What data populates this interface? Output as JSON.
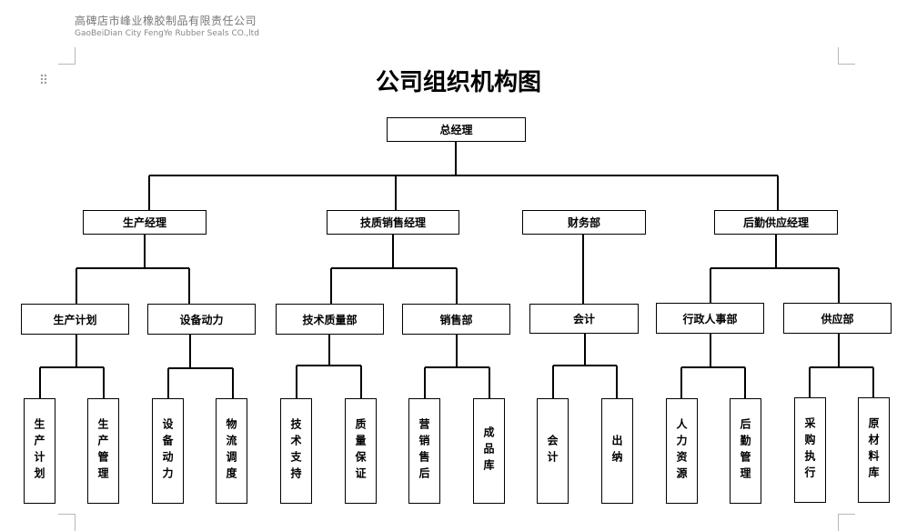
{
  "header": {
    "company_cn": "高碑店市峰业橡胶制品有限责任公司",
    "company_en": "GaoBeiDian City FengYe Rubber Seals CO.,ltd"
  },
  "title": "公司组织机构图",
  "org": {
    "root": "总经理",
    "managers": [
      "生产经理",
      "技质销售经理",
      "财务部",
      "后勤供应经理"
    ],
    "departments": [
      "生产计划",
      "设备动力",
      "技术质量部",
      "销售部",
      "会计",
      "行政人事部",
      "供应部"
    ],
    "units": [
      "生产计划",
      "生产管理",
      "设备动力",
      "物流调度",
      "技术支持",
      "质量保证",
      "营销售后",
      "成品库",
      "会计",
      "出纳",
      "人力资源",
      "后勤管理",
      "采购执行",
      "原材料库"
    ]
  }
}
